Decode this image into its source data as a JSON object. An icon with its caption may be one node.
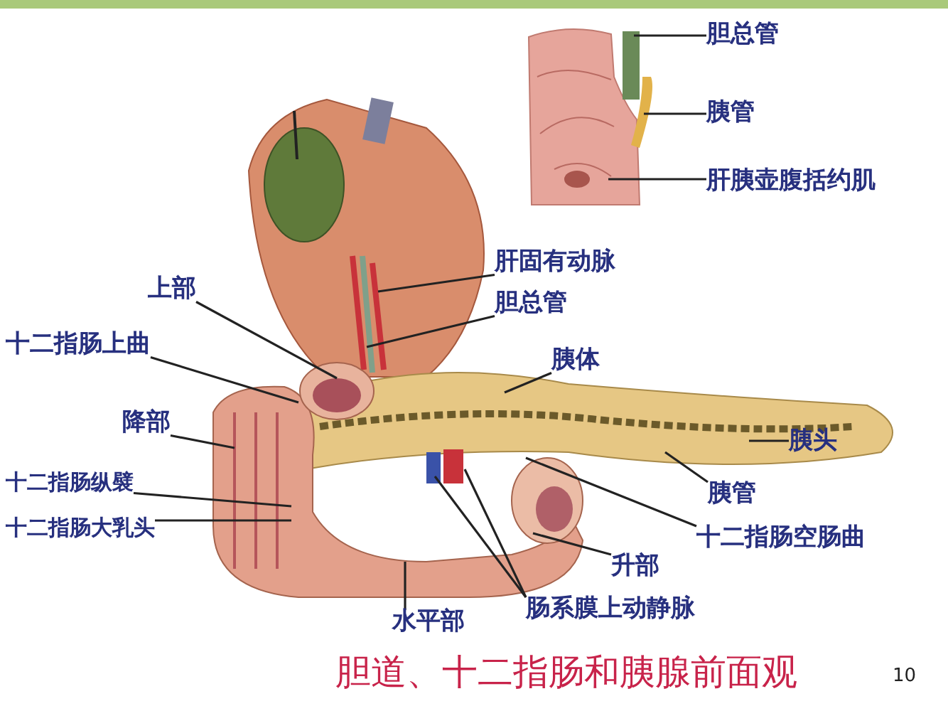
{
  "diagram": {
    "title": "胆道、十二指肠和胰腺前面观",
    "nodes": [
      {
        "text": [
          "胆总管"
        ]
      },
      {
        "text": [
          "胰管"
        ]
      },
      {
        "text": [
          "肝胰壶腹括约肌"
        ]
      },
      {
        "text": [
          "肝固有动脉"
        ]
      },
      {
        "text": [
          "胆总管"
        ]
      },
      {
        "text": [
          "上部"
        ]
      },
      {
        "text": [
          "十二指肠上曲"
        ]
      },
      {
        "text": [
          "胰体"
        ]
      },
      {
        "text": [
          "降部"
        ]
      },
      {
        "text": [
          "十二指肠纵襞"
        ]
      },
      {
        "text": [
          "十二指肠大乳头"
        ]
      },
      {
        "text": [
          "胰头"
        ]
      },
      {
        "text": [
          "胰管"
        ]
      },
      {
        "text": [
          "十二指肠空肠曲"
        ]
      },
      {
        "text": [
          "升部"
        ]
      },
      {
        "text": [
          "肠系膜上动静脉"
        ]
      },
      {
        "text": [
          "水平部"
        ]
      }
    ],
    "edges": [
      {
        "from": 0,
        "to": null,
        "arrow": "none"
      },
      {
        "from": 1,
        "to": null,
        "arrow": "none"
      },
      {
        "from": 2,
        "to": null,
        "arrow": "none"
      },
      {
        "from": 3,
        "to": null,
        "arrow": "none"
      },
      {
        "from": 4,
        "to": null,
        "arrow": "none"
      },
      {
        "from": 5,
        "to": null,
        "arrow": "none"
      },
      {
        "from": 6,
        "to": null,
        "arrow": "none"
      },
      {
        "from": 7,
        "to": null,
        "arrow": "none"
      },
      {
        "from": 8,
        "to": null,
        "arrow": "none"
      },
      {
        "from": 9,
        "to": null,
        "arrow": "none"
      },
      {
        "from": 10,
        "to": null,
        "arrow": "none"
      },
      {
        "from": 11,
        "to": null,
        "arrow": "none"
      },
      {
        "from": 12,
        "to": null,
        "arrow": "none"
      },
      {
        "from": 13,
        "to": null,
        "arrow": "none"
      },
      {
        "from": 14,
        "to": null,
        "arrow": "none"
      },
      {
        "from": 15,
        "to": null,
        "arrow": "none"
      },
      {
        "from": 15,
        "to": null,
        "arrow": "none"
      },
      {
        "from": 16,
        "to": null,
        "arrow": "none"
      }
    ],
    "labels": [
      "10"
    ]
  }
}
